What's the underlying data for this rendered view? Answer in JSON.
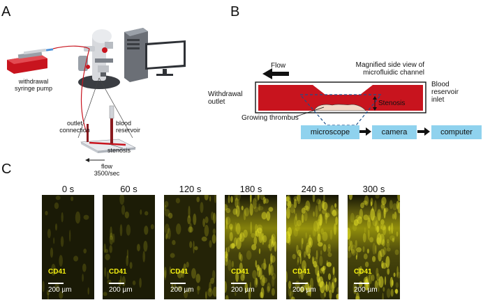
{
  "panels": {
    "a": "A",
    "b": "B",
    "c": "C"
  },
  "panel_a": {
    "pump_label": [
      "withdrawal",
      "syringe pump"
    ],
    "outlet_label": [
      "outlet",
      "connection"
    ],
    "reservoir_label": [
      "blood",
      "reservoir"
    ],
    "stenosis_label": "stenosis",
    "flow_label": [
      "flow",
      "3500/sec"
    ]
  },
  "panel_b": {
    "flow_label": "Flow",
    "magnified_label": [
      "Magnified side view of",
      "microfluidic channel"
    ],
    "withdrawal_label": [
      "Withdrawal",
      "outlet"
    ],
    "blood_reservoir_label": [
      "Blood",
      "reservoir",
      "inlet"
    ],
    "stenosis_label": "Stenosis",
    "thrombus_label": "Growing thrombus",
    "boxes": [
      "microscope",
      "camera",
      "computer"
    ]
  },
  "panel_c": {
    "marker": "CD41",
    "scale_bar": "200 µm",
    "frames": [
      {
        "time": "0 s",
        "intensity": 0.05
      },
      {
        "time": "60 s",
        "intensity": 0.1
      },
      {
        "time": "120 s",
        "intensity": 0.3
      },
      {
        "time": "180 s",
        "intensity": 0.75
      },
      {
        "time": "240 s",
        "intensity": 0.9
      },
      {
        "time": "300 s",
        "intensity": 0.85
      }
    ]
  },
  "colors": {
    "blood": "#c8141e",
    "box_blue": "#8fd2ee",
    "marker_yellow": "#f4f010"
  }
}
